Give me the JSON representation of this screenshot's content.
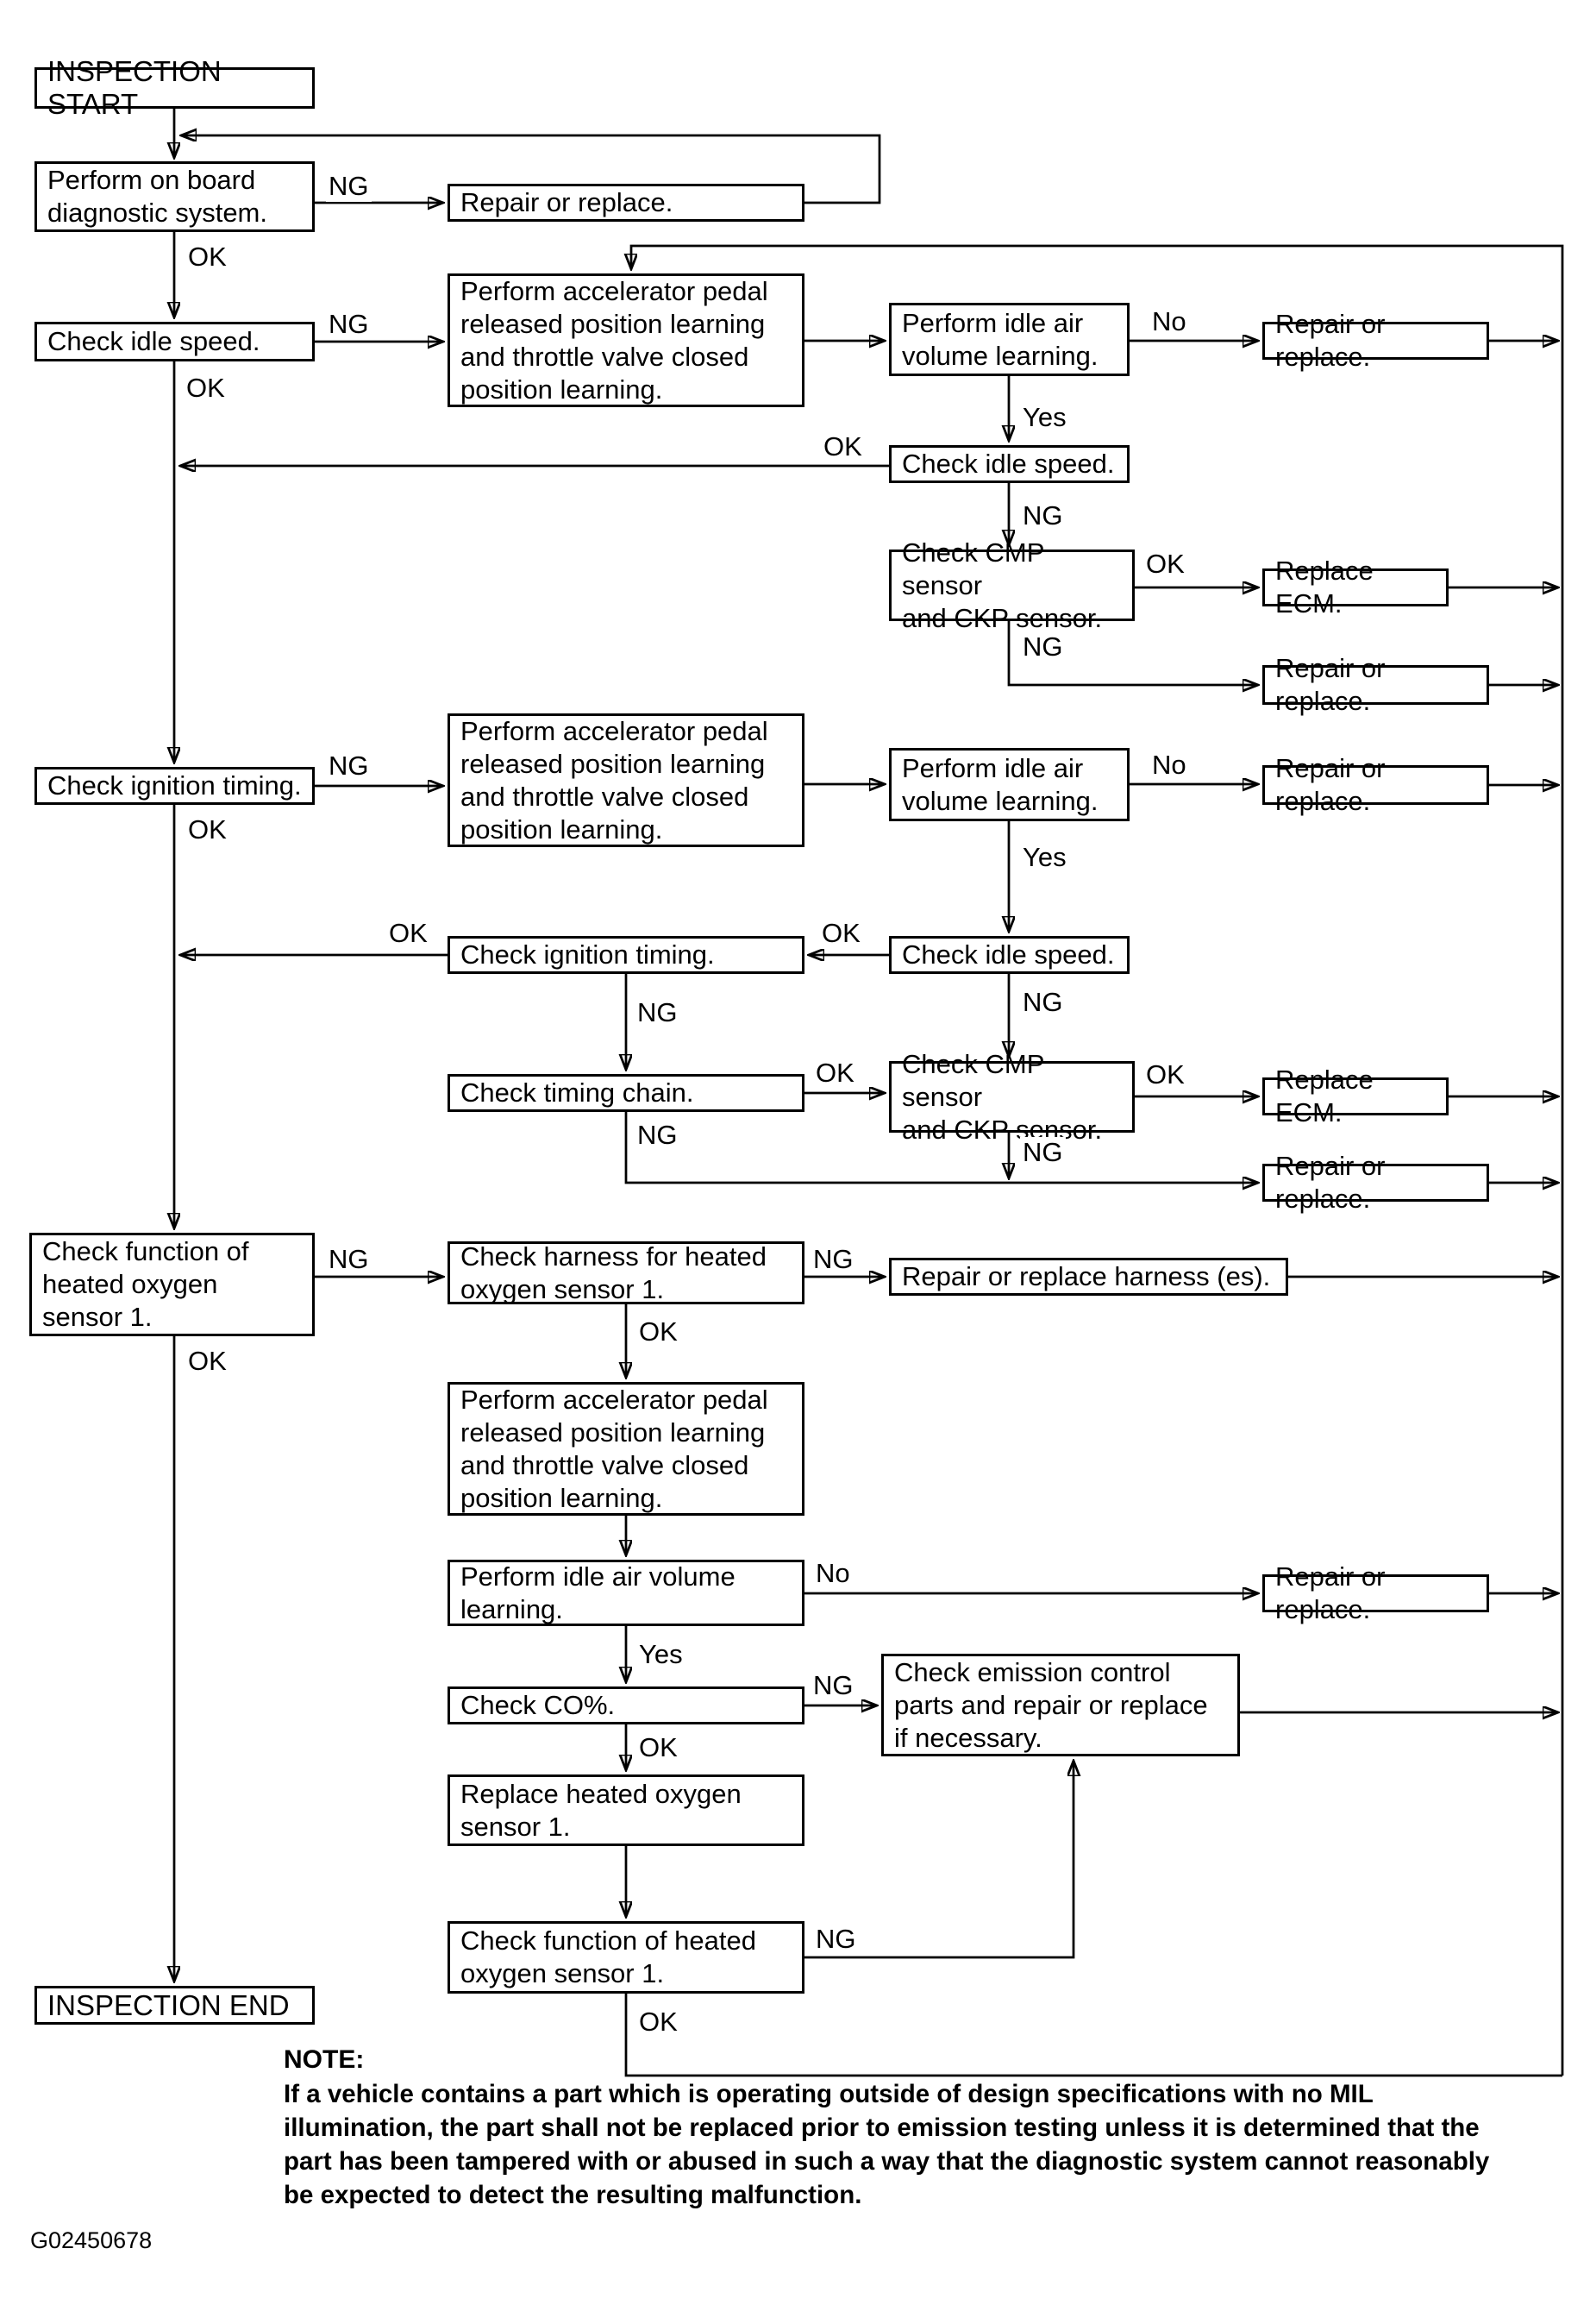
{
  "labels": {
    "ng": "NG",
    "ok": "OK",
    "yes": "Yes",
    "no": "No"
  },
  "nodes": {
    "inspection_start": "INSPECTION START",
    "perform_obd": "Perform on board\ndiagnostic system.",
    "repair_replace_1": "Repair or replace.",
    "check_idle_1": "Check idle speed.",
    "accel_learning_1": "Perform accelerator pedal\nreleased position learning\nand throttle valve closed\nposition learning.",
    "idle_air_1": "Perform idle air\nvolume learning.",
    "repair_replace_2": "Repair or replace.",
    "check_idle_2": "Check idle speed.",
    "cmp_ckp_1": "Check CMP sensor\nand CKP sensor.",
    "replace_ecm_1": "Replace ECM.",
    "repair_replace_3": "Repair or replace.",
    "check_ignition_1": "Check ignition timing.",
    "accel_learning_2": "Perform accelerator pedal\nreleased position learning\nand throttle valve closed\nposition learning.",
    "idle_air_2": "Perform idle air\nvolume learning.",
    "repair_replace_4": "Repair or replace.",
    "check_idle_3": "Check idle speed.",
    "check_ignition_2": "Check ignition timing.",
    "check_timing_chain": "Check timing chain.",
    "cmp_ckp_2": "Check CMP sensor\nand CKP sensor.",
    "replace_ecm_2": "Replace ECM.",
    "repair_replace_5": "Repair or replace.",
    "check_ho2s_1": "Check function of\nheated oxygen\nsensor 1.",
    "check_harness": "Check harness for heated\noxygen sensor 1.",
    "repair_harness": "Repair or replace harness (es).",
    "accel_learning_3": "Perform accelerator pedal\nreleased position learning\nand throttle valve closed\nposition learning.",
    "idle_air_3": "Perform idle air volume\nlearning.",
    "repair_replace_6": "Repair or replace.",
    "check_co": "Check CO%.",
    "emission_parts": "Check emission control\nparts and repair or replace\nif necessary.",
    "replace_ho2s": "Replace heated oxygen\nsensor 1.",
    "check_ho2s_2": "Check function of heated\noxygen sensor 1.",
    "inspection_end": "INSPECTION END"
  },
  "note": {
    "heading": "NOTE:",
    "body": "If a vehicle contains a part which is operating outside of design specifications with no MIL illumination, the part shall not be replaced prior to emission testing unless it is determined that the part has been tampered with or abused in such a way that the diagnostic system cannot reasonably be expected to detect the resulting malfunction."
  },
  "figure_id": "G02450678",
  "colors": {
    "ink": "#000000",
    "background": "#ffffff"
  }
}
